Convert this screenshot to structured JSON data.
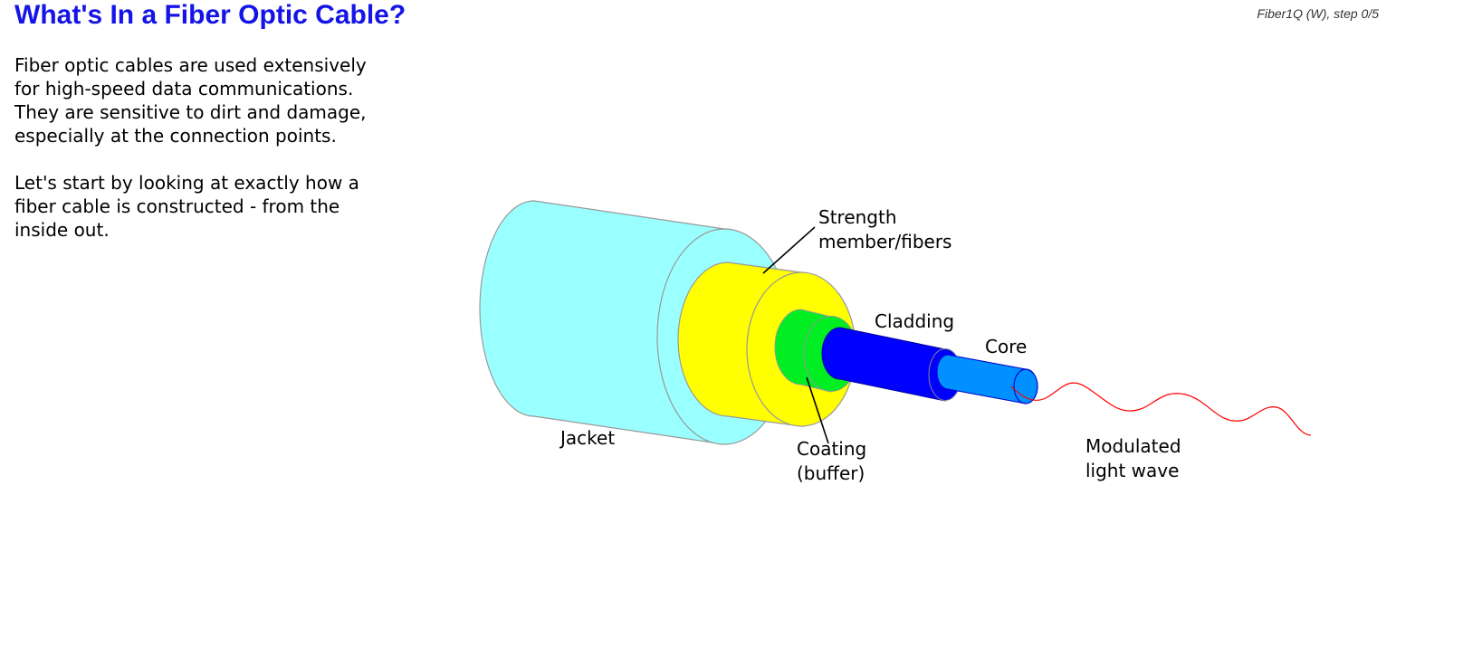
{
  "header": {
    "title": "What's In a Fiber Optic Cable?",
    "step_indicator": "Fiber1Q (W), step 0/5"
  },
  "intro": {
    "paragraph_1": "Fiber optic cables are used extensively for high-speed data communications.  They are sensitive to dirt and damage, especially at the connection points.",
    "paragraph_2": "Let's start by looking at exactly how a fiber cable is constructed - from the inside out."
  },
  "diagram": {
    "labels": {
      "strength_line1": "Strength",
      "strength_line2": "member/fibers",
      "cladding": "Cladding",
      "core": "Core",
      "jacket": "Jacket",
      "coating_line1": "Coating",
      "coating_line2": "(buffer)",
      "wave_line1": "Modulated",
      "wave_line2": "light wave"
    },
    "colors": {
      "jacket": "#99ffff",
      "strength": "#ffff00",
      "coating": "#00ee22",
      "cladding": "#0000ff",
      "core": "#0090ff",
      "wave": "#ff0000",
      "title": "#1414e6"
    }
  }
}
